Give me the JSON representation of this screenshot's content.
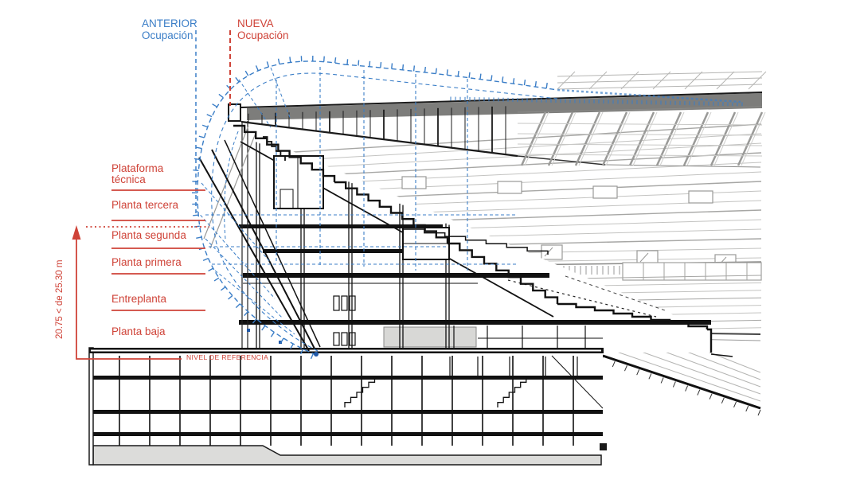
{
  "annotations": {
    "anterior": {
      "line1": "ANTERIOR",
      "line2": "Ocupación"
    },
    "nueva": {
      "line1": "NUEVA",
      "line2": "Ocupación"
    },
    "levels": [
      {
        "label": "Plataforma técnica"
      },
      {
        "label": "Planta tercera"
      },
      {
        "label": "Planta segunda"
      },
      {
        "label": "Planta primera"
      },
      {
        "label": "Entreplanta"
      },
      {
        "label": "Planta baja"
      }
    ],
    "dimension": "20.75 < de 25.30 m",
    "reference_level": "NIVEL DE REFERENCIA"
  },
  "colors": {
    "annotation_red": "#cf4338",
    "envelope_blue": "#3b7ec7",
    "roof_gray": "#7d7d7b",
    "structure_light_gray": "#bfbfbd",
    "structure_mid_gray": "#9a9a98",
    "ink_black": "#1a1a1a",
    "background": "#ffffff"
  }
}
